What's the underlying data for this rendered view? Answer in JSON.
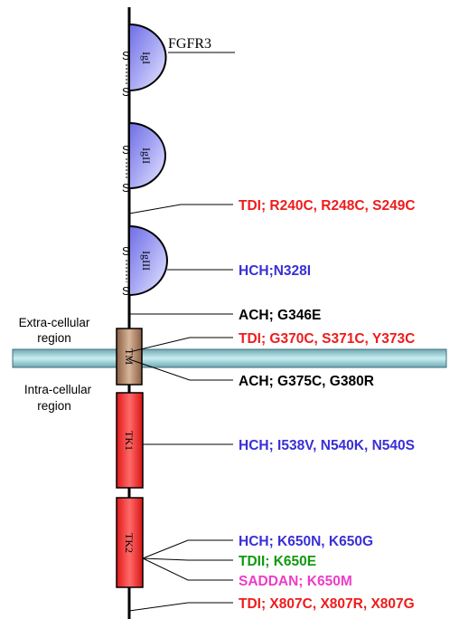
{
  "protein": "FGFR3",
  "regions": {
    "extra_line1": "Extra-cellular",
    "extra_line2": "region",
    "intra_line1": "Intra-cellular",
    "intra_line2": "region"
  },
  "domains": {
    "ig1": "IgI",
    "ig2": "IgII",
    "ig3": "IgIII",
    "tm": "TM",
    "tk1": "TK1",
    "tk2": "TK2"
  },
  "disulfide": "S",
  "mutations": {
    "tdi_ig2": "TDI; R240C, R248C, S249C",
    "hch_ig3": "HCH;N328I",
    "ach_g346e": "ACH; G346E",
    "tdi_tm": "TDI; G370C, S371C, Y373C",
    "ach_tm": "ACH; G375C, G380R",
    "hch_tk1": "HCH; I538V, N540K, N540S",
    "hch_tk2": "HCH; K650N, K650G",
    "tdii_tk2": "TDII; K650E",
    "saddan_tk2": "SADDAN; K650M",
    "tdi_end": "TDI; X807C, X807R, X807G"
  },
  "colors": {
    "tdi": "#ee1c1c",
    "hch": "#3a2fd6",
    "ach": "#000000",
    "tdii": "#119911",
    "saddan": "#ee3cc8",
    "ig_fill": "#9e9ef2",
    "tk_fill": "#ee2a2a",
    "tm_fill": "#a0765a",
    "membrane": "#b3dde2"
  }
}
